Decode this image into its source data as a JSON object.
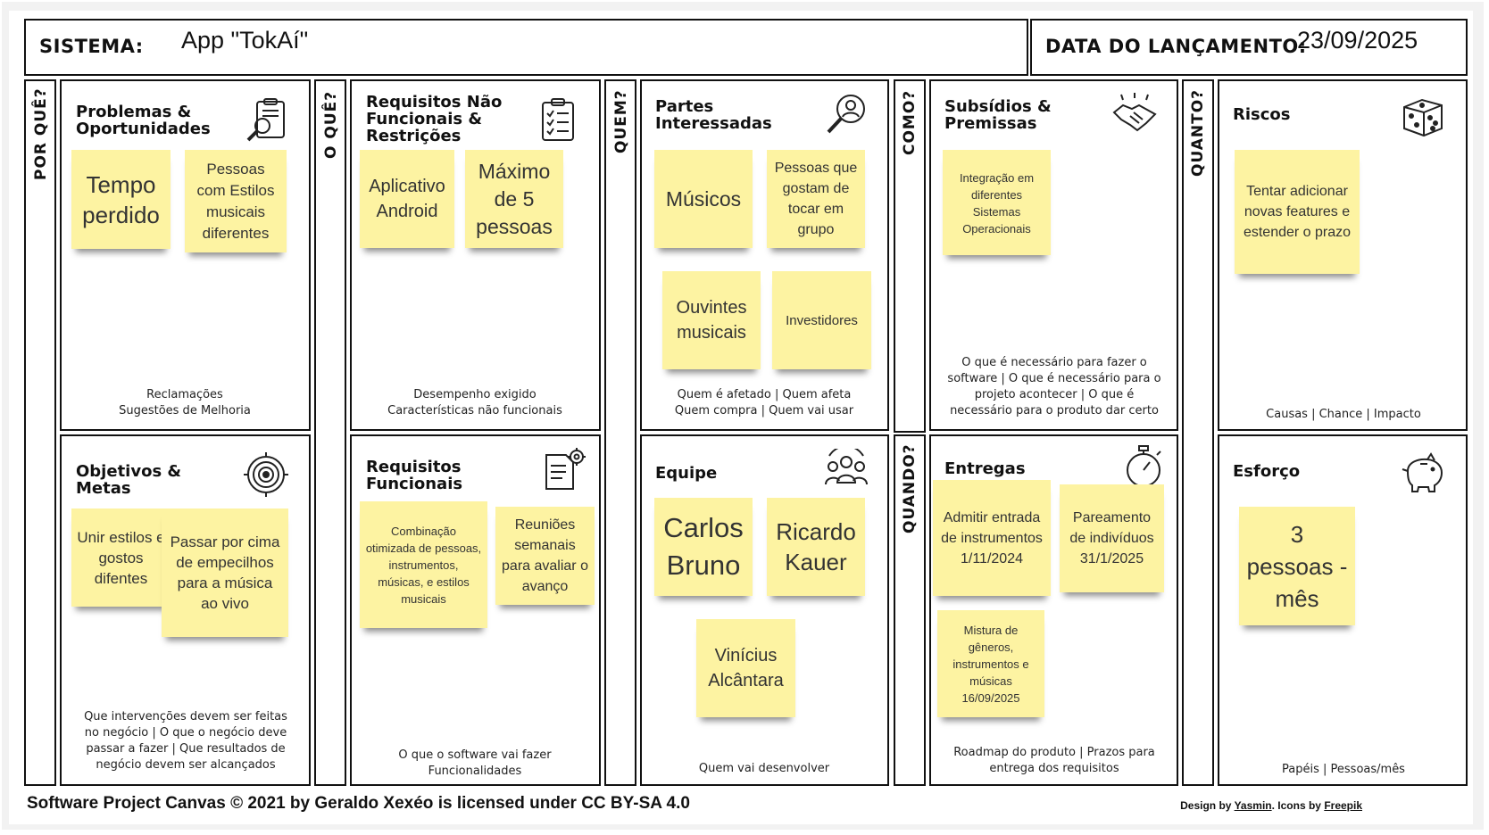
{
  "header": {
    "system_label": "SISTEMA:",
    "system_value": "App \"TokAí\"",
    "launch_label": "DATA DO LANÇAMENTO:",
    "launch_value": "23/09/2025"
  },
  "vertical_labels": {
    "por_que": "POR QUÊ?",
    "o_que": "O QUÊ?",
    "quem": "QUEM?",
    "como": "COMO?",
    "quando": "QUANDO?",
    "quanto": "QUANTO?"
  },
  "panels": {
    "problemas": {
      "title": "Problemas &\nOportunidades",
      "icon": "report-magnifier-icon",
      "footer": "Reclamações\nSugestões de Melhoria",
      "notes": [
        "Tempo perdido",
        "Pessoas com Estilos musicais diferentes"
      ]
    },
    "objetivos": {
      "title": "Objetivos &\nMetas",
      "icon": "target-icon",
      "footer": "Que intervenções devem ser feitas no negócio | O que o negócio deve passar a fazer | Que resultados de negócio devem ser alcançados",
      "notes": [
        "Unir estilos e gostos difentes",
        "Passar por cima de empecilhos para a música ao vivo"
      ]
    },
    "req_nao_funcionais": {
      "title": "Requisitos Não\nFuncionais &\nRestrições",
      "icon": "checklist-icon",
      "footer": "Desempenho exigido\nCaracterísticas não funcionais",
      "notes": [
        "Aplicativo Android",
        "Máximo de 5 pessoas"
      ]
    },
    "req_funcionais": {
      "title": "Requisitos\nFuncionais",
      "icon": "document-gear-icon",
      "footer": "O que o software vai fazer\nFuncionalidades",
      "notes": [
        "Combinação otimizada de pessoas, instrumentos, músicas, e estilos musicais",
        "Reuniões semanais para avaliar o avanço"
      ]
    },
    "partes": {
      "title": "Partes\nInteressadas",
      "icon": "person-search-icon",
      "footer": "Quem é afetado | Quem afeta\nQuem compra | Quem vai usar",
      "notes": [
        "Músicos",
        "Pessoas que gostam de tocar em grupo",
        "Ouvintes musicais",
        "Investidores"
      ]
    },
    "equipe": {
      "title": "Equipe",
      "icon": "team-icon",
      "footer": "Quem vai desenvolver",
      "notes": [
        "Carlos Bruno",
        "Ricardo Kauer",
        "Vinícius Alcântara"
      ]
    },
    "subsidios": {
      "title": "Subsídios &\nPremissas",
      "icon": "handshake-icon",
      "footer": "O que é necessário para fazer o software | O que é necessário para o projeto acontecer | O que é necessário para o produto dar certo",
      "notes": [
        "Integração em diferentes Sistemas Operacionais"
      ]
    },
    "entregas": {
      "title": "Entregas",
      "icon": "stopwatch-icon",
      "footer": "Roadmap do produto | Prazos para entrega dos requisitos",
      "notes": [
        "Admitir entrada de instrumentos 1/11/2024",
        "Pareamento de indivíduos 31/1/2025",
        "Mistura de gêneros, instrumentos e músicas 16/09/2025"
      ]
    },
    "riscos": {
      "title": "Riscos",
      "icon": "dice-icon",
      "footer": "Causas | Chance | Impacto",
      "notes": [
        "Tentar adicionar novas features e estender o prazo"
      ]
    },
    "esforco": {
      "title": "Esforço",
      "icon": "piggy-bank-icon",
      "footer": "Papéis | Pessoas/mês",
      "notes": [
        "3 pessoas - mês"
      ]
    }
  },
  "footer": {
    "license": "Software Project Canvas © 2021 by Geraldo Xexéo is licensed under CC BY-SA 4.0",
    "design_prefix": "Design by ",
    "design_author": "Yasmin",
    "icons_prefix": ". Icons by ",
    "icons_author": "Freepik"
  }
}
